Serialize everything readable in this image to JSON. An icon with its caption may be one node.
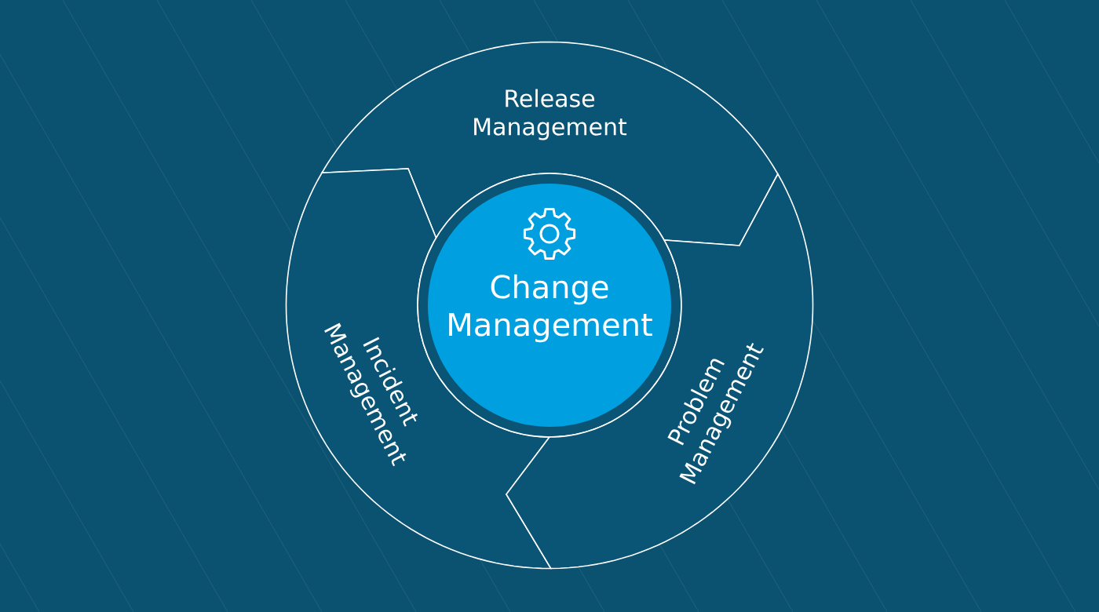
{
  "diagram": {
    "nodes": [
      {
        "text": [
          "Release Management"
        ]
      },
      {
        "text": [
          "Incident Management"
        ]
      },
      {
        "text": [
          "Change Management"
        ]
      },
      {
        "text": [
          "Problem Management"
        ]
      }
    ]
  }
}
